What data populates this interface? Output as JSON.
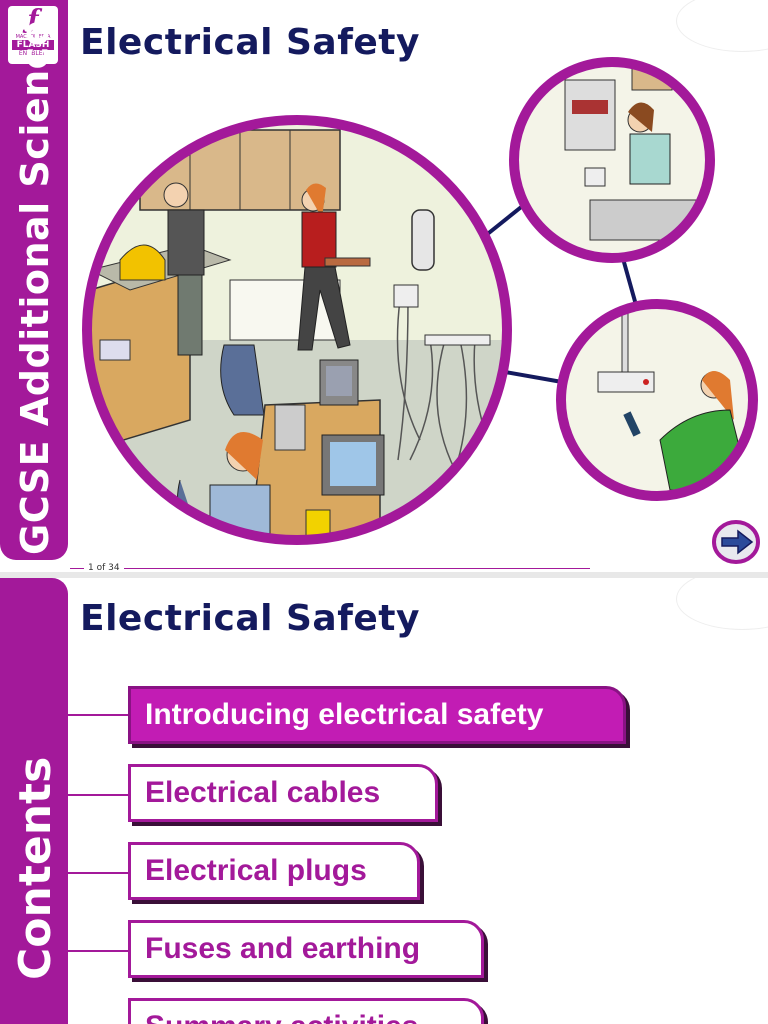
{
  "slide1": {
    "sidebar_label": "GCSE Additional Science",
    "flash_badge": {
      "top": "MACROMEDIA",
      "middle": "FLASH",
      "bottom": "ENABLED"
    },
    "title": "Electrical Safety",
    "page_indicator": "1 of 34",
    "next_button_icon": "arrow-right-icon"
  },
  "slide2": {
    "sidebar_label": "Contents",
    "title": "Electrical Safety",
    "menu": [
      {
        "label": "Introducing electrical safety",
        "active": true
      },
      {
        "label": "Electrical cables",
        "active": false
      },
      {
        "label": "Electrical plugs",
        "active": false
      },
      {
        "label": "Fuses and earthing",
        "active": false
      },
      {
        "label": "Summary activities",
        "active": false
      }
    ]
  },
  "colors": {
    "accent": "#a3199a",
    "title": "#141a5e",
    "active": "#c21cb4"
  }
}
